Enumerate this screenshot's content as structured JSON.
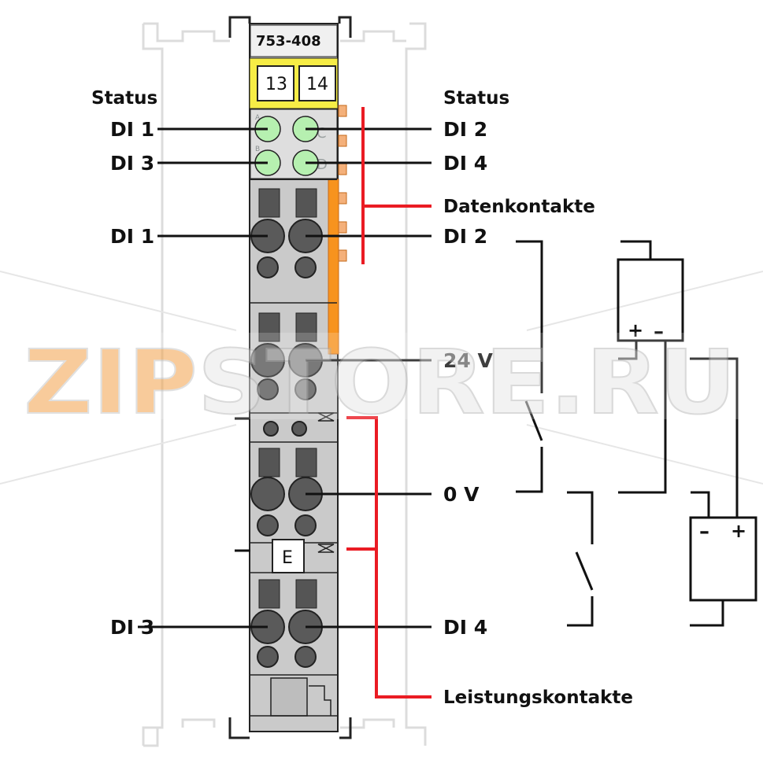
{
  "module": {
    "model": "753-408",
    "pin_left": "13",
    "pin_right": "14",
    "marker": "E",
    "led_letters": [
      "A",
      "B",
      "C",
      "D"
    ]
  },
  "labels": {
    "status_left": "Status",
    "status_right": "Status",
    "led_di1": "DI 1",
    "led_di2": "DI 2",
    "led_di3": "DI 3",
    "led_di4": "DI 4",
    "data_contacts": "Datenkontakte",
    "term_di1": "DI 1",
    "term_di2": "DI 2",
    "v24": "24 V",
    "v0": "0 V",
    "term_di3": "DI 3",
    "term_di4": "DI 4",
    "power_contacts": "Leistungskontakte"
  },
  "batteries": {
    "top": {
      "plus": "+",
      "minus": "–"
    },
    "bottom": {
      "plus": "+",
      "minus": "–"
    }
  },
  "watermark": {
    "prefix": "ZIP",
    "suffix": "STORE.RU"
  },
  "colors": {
    "led_green": "#b6f0b0",
    "label_yellow": "#f7ed46",
    "contact_orange": "#f7931e",
    "callout_red": "#ea1c24",
    "housing_grey": "#c9c9c9",
    "watermark_orange": "#f3a24a"
  }
}
